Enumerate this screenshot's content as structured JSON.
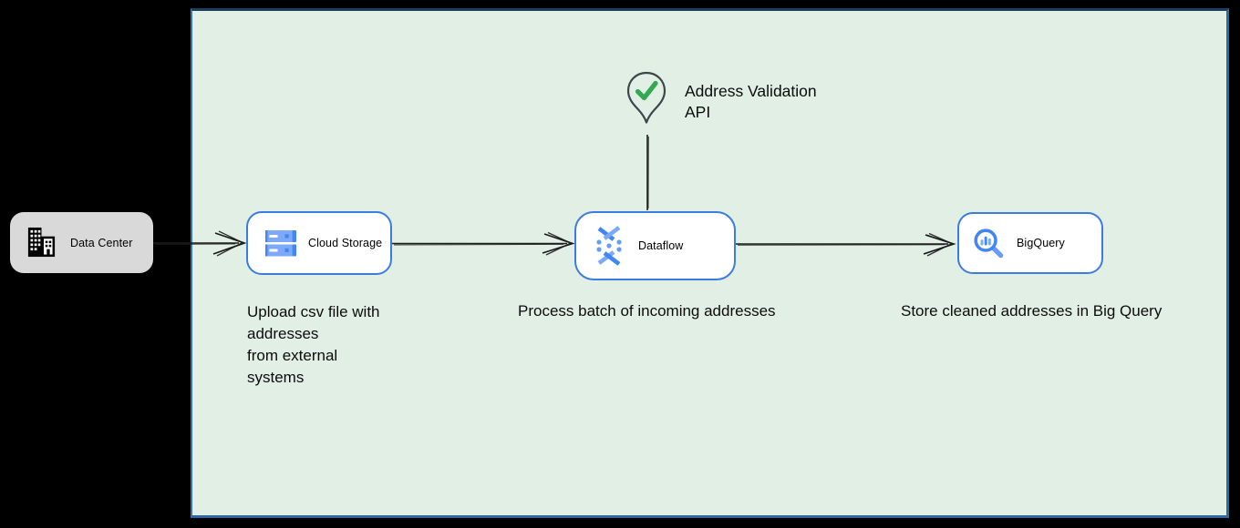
{
  "diagram": {
    "title": "Address validation pipeline diagram",
    "colors": {
      "canvas_bg": "#000000",
      "panel_fill": "#e2efe4",
      "panel_border": "#3577b4",
      "node_border": "#3b7ce0",
      "node_fill": "#ffffff",
      "datacenter_fill": "#d9d9d9",
      "gcp_blue": "#4285f4",
      "gcp_blue_light": "#7da9f8",
      "check_green": "#34a853",
      "arrow": "#1c1c1c"
    }
  },
  "nodes": {
    "data_center": {
      "label": "Data Center",
      "icon": "building-icon"
    },
    "cloud_storage": {
      "label": "Cloud Storage",
      "icon": "cloud-storage-icon"
    },
    "dataflow": {
      "label": "Dataflow",
      "icon": "dataflow-icon"
    },
    "bigquery": {
      "label": "BigQuery",
      "icon": "bigquery-icon"
    }
  },
  "api_marker": {
    "label": "Address Validation\nAPI",
    "icon": "map-pin-check-icon"
  },
  "annotations": {
    "upload": "Upload csv file with\naddresses\nfrom external\nsystems",
    "process": "Process batch of incoming addresses",
    "store": "Store cleaned addresses in Big Query"
  }
}
